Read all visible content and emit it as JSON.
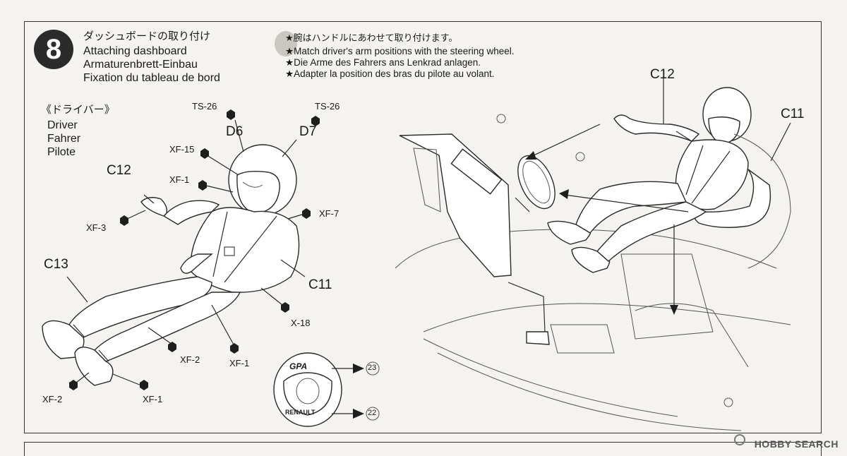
{
  "step": {
    "number": "8",
    "title_ja": "ダッシュボードの取り付け",
    "title_en": "Attaching dashboard",
    "title_de": "Armaturenbrett-Einbau",
    "title_fr": "Fixation du tableau de bord"
  },
  "notes": {
    "ja": "★腕はハンドルにあわせて取り付けます。",
    "en": "★Match driver's arm positions with the steering wheel.",
    "de": "★Die Arme des Fahrers ans Lenkrad anlagen.",
    "fr": "★Adapter la position des bras du pilote au volant."
  },
  "driver": {
    "ja": "《ドライバー》",
    "en": "Driver",
    "de": "Fahrer",
    "fr": "Pilote"
  },
  "labels": {
    "ts26_left": "TS-26",
    "ts26_right": "TS-26",
    "d6": "D6",
    "d7": "D7",
    "xf15": "XF-15",
    "xf1_a": "XF-1",
    "xf7": "XF-7",
    "c12_left": "C12",
    "xf3": "XF-3",
    "c13": "C13",
    "c11_left": "C11",
    "x18": "X-18",
    "xf2_a": "XF-2",
    "xf1_b": "XF-1",
    "xf2_b": "XF-2",
    "xf1_c": "XF-1",
    "c12_right": "C12",
    "c11_right": "C11",
    "decal_23": "23",
    "decal_22": "22",
    "helmet_gpa": "GPA",
    "helmet_renault": "RENAULT"
  },
  "watermark": "HOBBY SEARCH"
}
